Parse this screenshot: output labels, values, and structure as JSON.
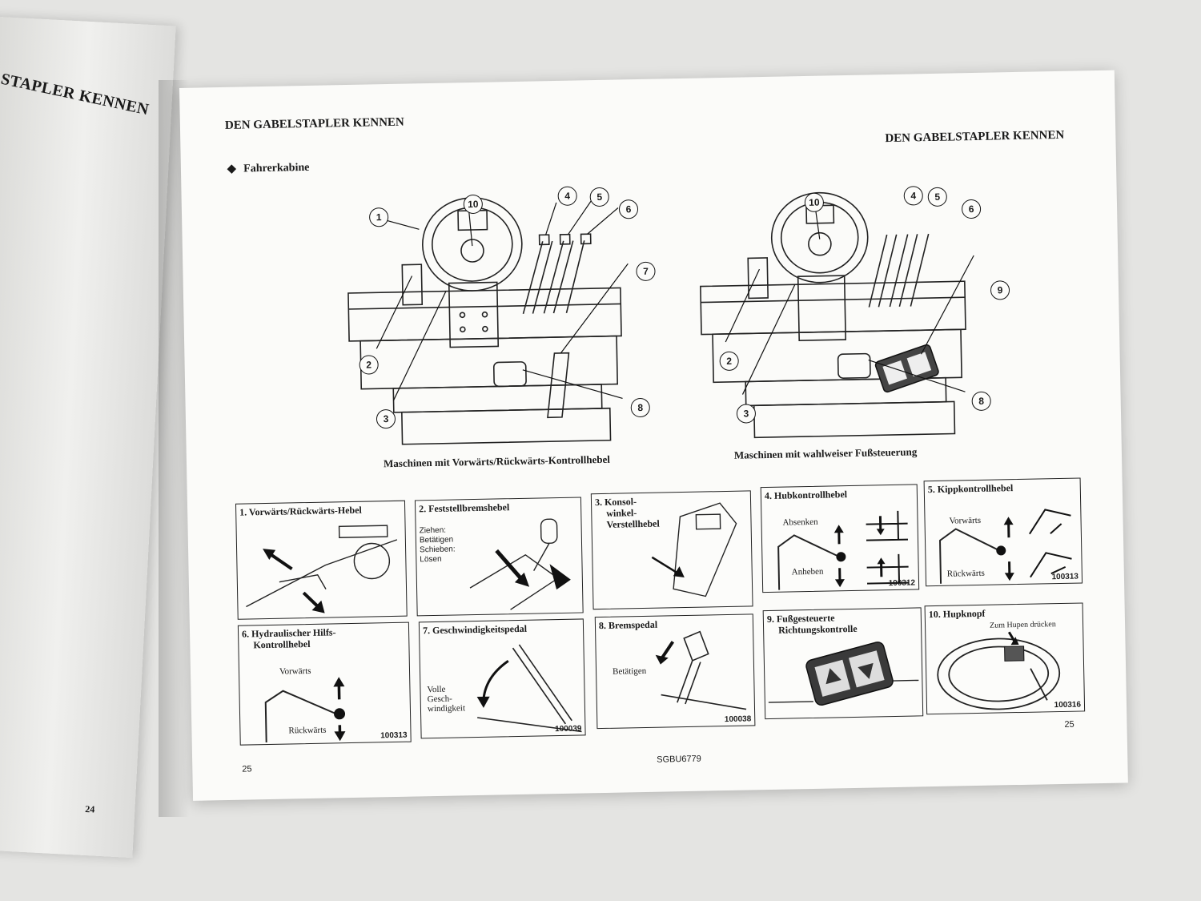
{
  "left_page": {
    "header": "ELSTAPLER KENNEN",
    "page_number": "24"
  },
  "page": {
    "header_left": "DEN GABELSTAPLER KENNEN",
    "header_right": "DEN GABELSTAPLER KENNEN",
    "section_bullet": "◆",
    "section_title": "Fahrerkabine",
    "caption_left": "Maschinen mit Vorwärts/Rückwärts-Kontrollhebel",
    "caption_right": "Maschinen mit wahlweiser Fußsteuerung",
    "callouts_left": [
      "1",
      "2",
      "3",
      "4",
      "5",
      "6",
      "7",
      "8",
      "10"
    ],
    "callouts_right": [
      "2",
      "3",
      "4",
      "5",
      "6",
      "8",
      "9",
      "10"
    ],
    "footer_left": "25",
    "footer_center": "SGBU6779",
    "footer_right": "25"
  },
  "panels": [
    {
      "title": "1. Vorwärts/Rückwärts-Hebel"
    },
    {
      "title": "2. Feststellbremshebel",
      "labels": [
        "Ziehen:",
        "Betätigen",
        "Schieben:",
        "Lösen"
      ]
    },
    {
      "title_lines": [
        "3. Konsol-",
        "winkel-",
        "Verstellhebel"
      ]
    },
    {
      "title": "4. Hubkontrollhebel",
      "labels": [
        "Absenken",
        "Anheben"
      ],
      "code": "100312"
    },
    {
      "title": "5. Kippkontrollhebel",
      "labels": [
        "Vorwärts",
        "Rückwärts"
      ],
      "code": "100313"
    },
    {
      "title_lines": [
        "6. Hydraulischer Hilfs-",
        "Kontrollhebel"
      ],
      "labels": [
        "Vorwärts",
        "Rückwärts"
      ],
      "code": "100313"
    },
    {
      "title": "7. Geschwindigkeitspedal",
      "labels": [
        "Volle",
        "Gesch-",
        "windigkeit"
      ],
      "code": "100039"
    },
    {
      "title": "8. Bremspedal",
      "labels": [
        "Betätigen"
      ],
      "code": "100038"
    },
    {
      "title_lines": [
        "9. Fußgesteuerte",
        "Richtungskontrolle"
      ]
    },
    {
      "title": "10. Hupknopf",
      "labels": [
        "Zum Hupen drücken"
      ],
      "code": "100316"
    }
  ]
}
